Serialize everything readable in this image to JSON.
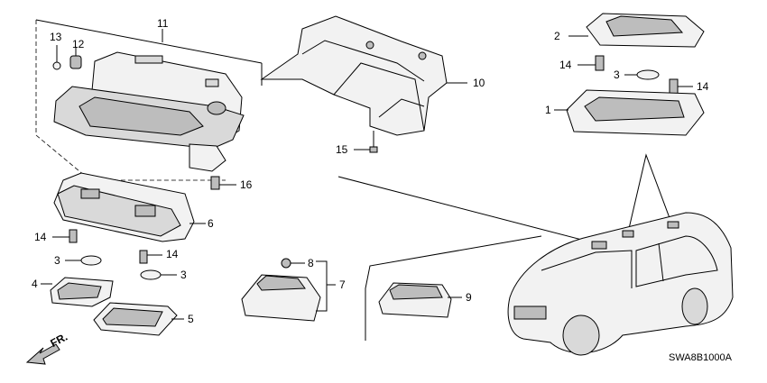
{
  "callouts": {
    "c11": "11",
    "c13": "13",
    "c12": "12",
    "c10": "10",
    "c15": "15",
    "c16": "16",
    "c6": "6",
    "c14a": "14",
    "c3a": "3",
    "c14b": "14",
    "c3b": "3",
    "c4": "4",
    "c5": "5",
    "c8": "8",
    "c7": "7",
    "c9": "9",
    "c2": "2",
    "c14c": "14",
    "c3c": "3",
    "c14d": "14",
    "c1": "1"
  },
  "direction_label": "FR.",
  "diagram_code": "SWA8B1000A"
}
